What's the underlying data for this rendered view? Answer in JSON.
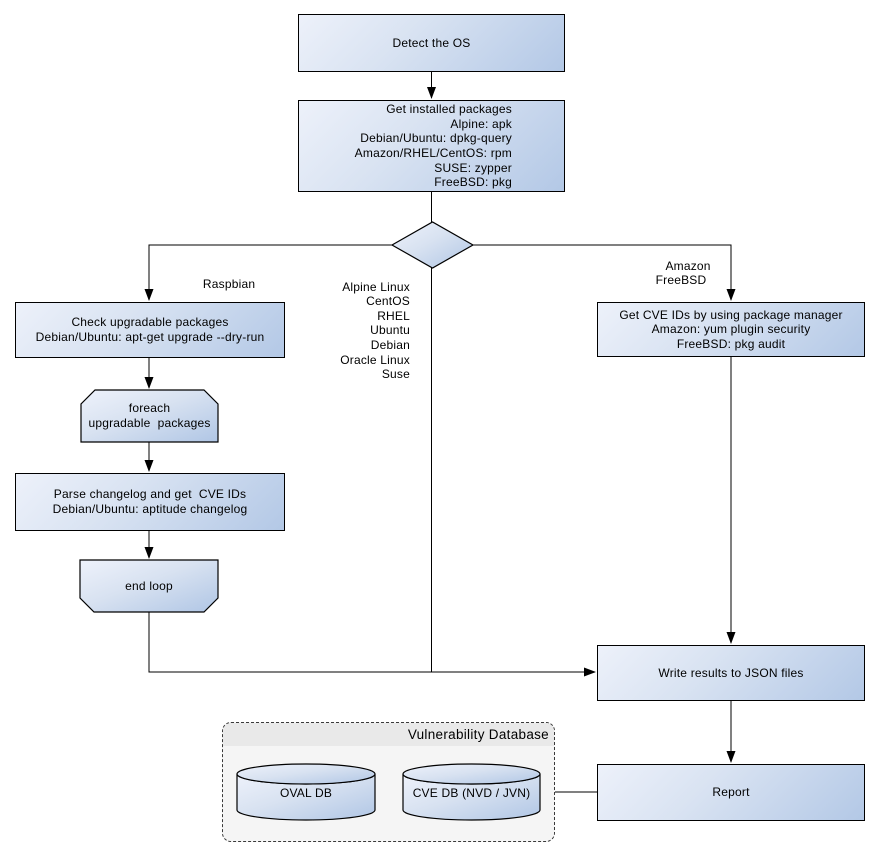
{
  "nodes": {
    "detect_os": {
      "label": "Detect the OS"
    },
    "get_installed_packages": {
      "label": "Get installed packages\nAlpine: apk\nDebian/Ubuntu: dpkg-query\nAmazon/RHEL/CentOS: rpm\nSUSE: zypper\nFreeBSD: pkg"
    },
    "check_upgradable": {
      "label": "Check upgradable packages\nDebian/Ubuntu: apt-get upgrade --dry-run"
    },
    "foreach_loop": {
      "label": "foreach\nupgradable  packages"
    },
    "parse_changelog": {
      "label": "Parse changelog and get  CVE IDs\nDebian/Ubuntu: aptitude changelog"
    },
    "end_loop": {
      "label": "end loop"
    },
    "get_cve_ids": {
      "label": "Get CVE IDs by using package manager\nAmazon: yum plugin security\nFreeBSD: pkg audit"
    },
    "write_results": {
      "label": "Write results to JSON files"
    },
    "report": {
      "label": "Report"
    },
    "oval_db": {
      "label": "OVAL DB"
    },
    "cve_db": {
      "label": "CVE DB (NVD / JVN)"
    }
  },
  "edge_labels": {
    "raspbian": "Raspbian",
    "middle_os_list": "Alpine Linux\nCentOS\nRHEL\nUbuntu\nDebian\nOracle Linux\nSuse",
    "amazon_freebsd": "Amazon\nFreeBSD"
  },
  "groups": {
    "vulnerability_database": {
      "title": "Vulnerability Database"
    }
  },
  "colors": {
    "node_fill_light": "#edf1fa",
    "node_fill_dark": "#b3c8e6",
    "node_border": "#000000",
    "connector": "#000000",
    "group_fill": "#f5f5f5",
    "group_title_fill": "#e9e9e9",
    "background": "#ffffff"
  }
}
